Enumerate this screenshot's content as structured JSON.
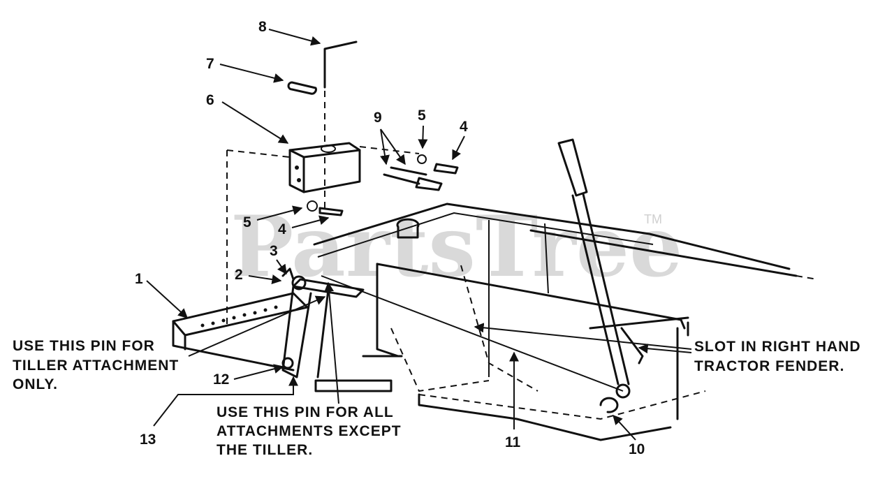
{
  "watermark": {
    "text": "PartsTree",
    "trademark": "TM"
  },
  "callouts": [
    {
      "id": "1",
      "label": "1"
    },
    {
      "id": "2",
      "label": "2"
    },
    {
      "id": "3",
      "label": "3"
    },
    {
      "id": "4a",
      "label": "4"
    },
    {
      "id": "4b",
      "label": "4"
    },
    {
      "id": "5a",
      "label": "5"
    },
    {
      "id": "5b",
      "label": "5"
    },
    {
      "id": "6",
      "label": "6"
    },
    {
      "id": "7",
      "label": "7"
    },
    {
      "id": "8",
      "label": "8"
    },
    {
      "id": "9",
      "label": "9"
    },
    {
      "id": "10",
      "label": "10"
    },
    {
      "id": "11",
      "label": "11"
    },
    {
      "id": "12",
      "label": "12"
    },
    {
      "id": "13",
      "label": "13"
    }
  ],
  "notes": {
    "tiller_pin": [
      "USE THIS PIN FOR",
      "TILLER ATTACHMENT",
      "ONLY."
    ],
    "all_pin": [
      "USE THIS PIN FOR ALL",
      "ATTACHMENTS EXCEPT",
      "THE TILLER."
    ],
    "slot": [
      "SLOT IN RIGHT HAND",
      "TRACTOR FENDER."
    ]
  }
}
